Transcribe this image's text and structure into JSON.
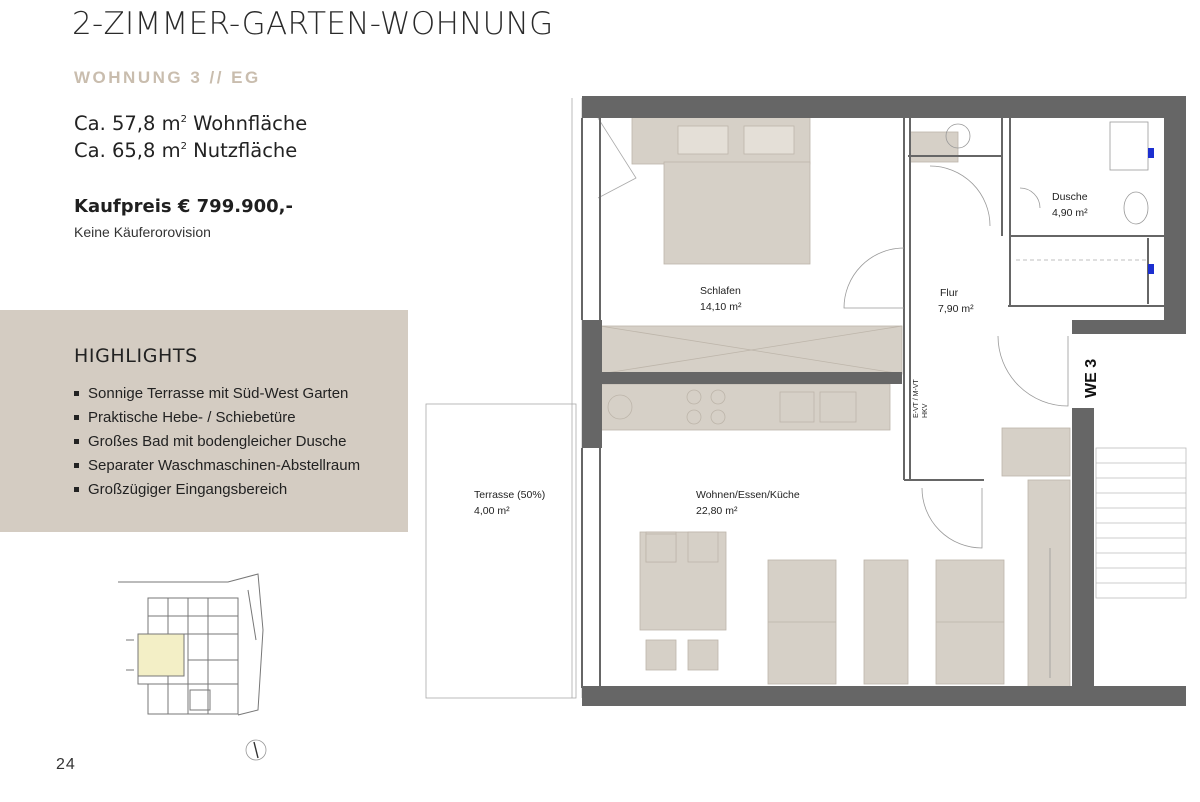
{
  "header": {
    "title": "2-ZIMMER-GARTEN-WOHNUNG",
    "subtitle": "WOHNUNG 3 // EG"
  },
  "areas": {
    "living_prefix": "Ca. 57,8 m",
    "living_suffix": " Wohnfläche",
    "usable_prefix": "Ca. 65,8 m",
    "usable_suffix": " Nutzfläche",
    "superscript": "2"
  },
  "pricing": {
    "price": "Kaufpreis € 799.900,-",
    "provision": "Keine Käuferorovision"
  },
  "highlights": {
    "title": "HIGHLIGHTS",
    "items": [
      "Sonnige Terrasse mit Süd-West Garten",
      "Praktische Hebe- / Schiebetüre",
      "Großes Bad mit bodengleicher Dusche",
      "Separater Waschmaschinen-Abstellraum",
      "Großzügiger Eingangsbereich"
    ]
  },
  "floorplan": {
    "rooms": {
      "schlafen": {
        "name": "Schlafen",
        "area": "14,10 m²"
      },
      "flur": {
        "name": "Flur",
        "area": "7,90 m²"
      },
      "dusche": {
        "name": "Dusche",
        "area": "4,90 m²"
      },
      "terrasse": {
        "name": "Terrasse (50%)",
        "area": "4,00 m²"
      },
      "wohnen": {
        "name": "Wohnen/Essen/Küche",
        "area": "22,80 m²"
      }
    },
    "unit_label": "WE 3",
    "utility_label_1": "E-VT / M-VT",
    "utility_label_2": "HKV",
    "colors": {
      "wall": "#666666",
      "furniture": "#d6d0c7",
      "accent": "#c9bdae",
      "keyplan_highlight": "#f3efc6"
    }
  },
  "footer": {
    "page_number": "24"
  }
}
